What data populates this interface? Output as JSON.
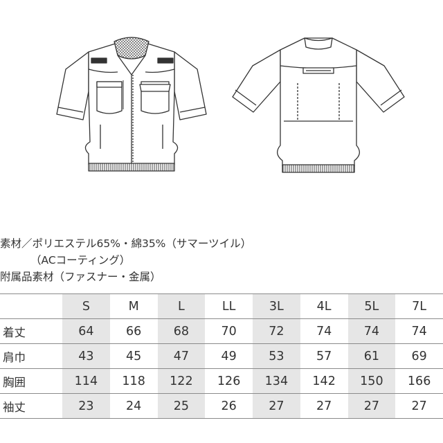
{
  "material": {
    "line1": "素材／ポリエステル65%・綿35%（サマーツイル）",
    "line2": "（ACコーティング）",
    "line3": "附属品素材（ファスナー・金属）"
  },
  "size_table": {
    "columns": [
      "",
      "S",
      "M",
      "L",
      "LL",
      "3L",
      "4L",
      "5L",
      "7L"
    ],
    "rows": [
      {
        "label": "着丈",
        "values": [
          "64",
          "66",
          "68",
          "70",
          "72",
          "74",
          "74",
          "74"
        ]
      },
      {
        "label": "肩巾",
        "values": [
          "43",
          "45",
          "47",
          "49",
          "53",
          "57",
          "61",
          "69"
        ]
      },
      {
        "label": "胸囲",
        "values": [
          "114",
          "118",
          "122",
          "126",
          "134",
          "142",
          "150",
          "166"
        ]
      },
      {
        "label": "袖丈",
        "values": [
          "23",
          "24",
          "25",
          "26",
          "27",
          "27",
          "27",
          "27"
        ]
      }
    ]
  }
}
